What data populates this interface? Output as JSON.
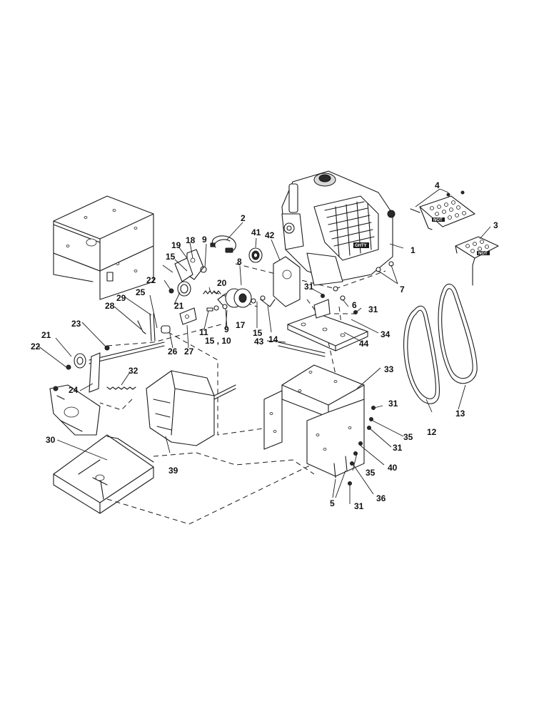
{
  "diagram": {
    "callouts": [
      "1",
      "2",
      "3",
      "4",
      "5",
      "6",
      "7",
      "8",
      "9",
      "10",
      "11",
      "12",
      "13",
      "14",
      "15",
      "17",
      "18",
      "19",
      "20",
      "21",
      "22",
      "23",
      "24",
      "25",
      "26",
      "27",
      "28",
      "29",
      "30",
      "31",
      "32",
      "33",
      "34",
      "35",
      "36",
      "39",
      "40",
      "41",
      "42",
      "43",
      "44"
    ],
    "comma_label": "15 , 10",
    "part_stamps": [
      "NOT",
      "NOT",
      "GHTY"
    ]
  }
}
